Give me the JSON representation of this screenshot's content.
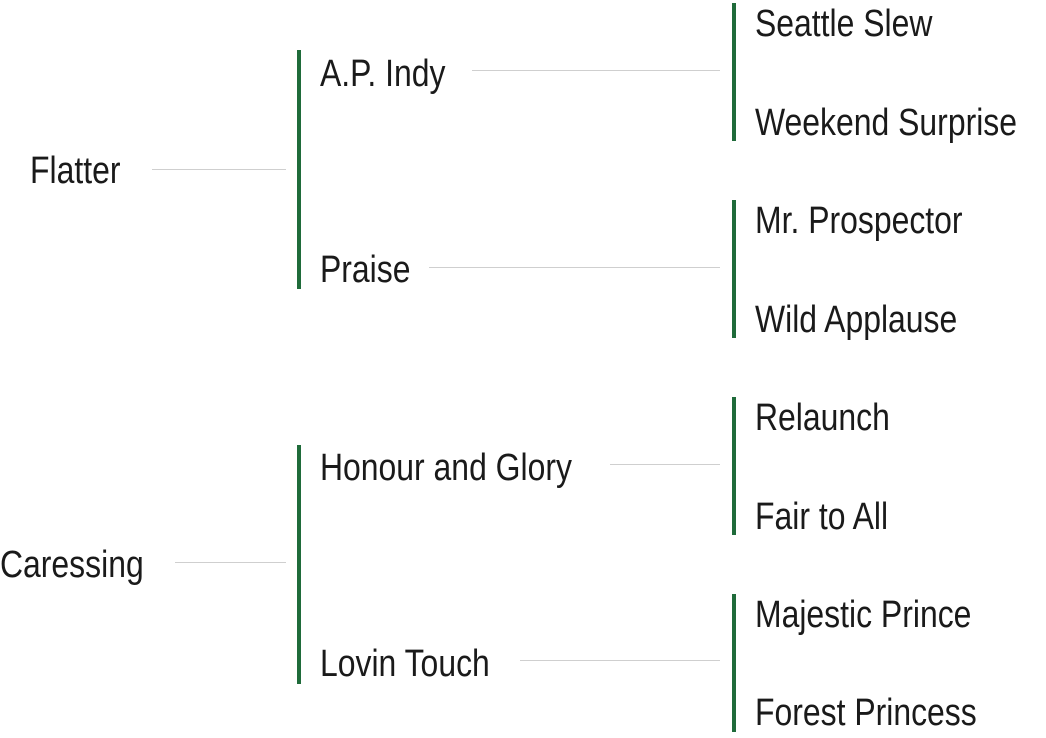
{
  "pedigree": {
    "generation_1": [
      {
        "name": "Flatter"
      },
      {
        "name": "Caressing"
      }
    ],
    "generation_2": [
      {
        "name": "A.P. Indy"
      },
      {
        "name": "Praise"
      },
      {
        "name": "Honour and Glory"
      },
      {
        "name": "Lovin Touch"
      }
    ],
    "generation_3": [
      {
        "name": "Seattle Slew"
      },
      {
        "name": "Weekend Surprise"
      },
      {
        "name": "Mr. Prospector"
      },
      {
        "name": "Wild Applause"
      },
      {
        "name": "Relaunch"
      },
      {
        "name": "Fair to All"
      },
      {
        "name": "Majestic Prince"
      },
      {
        "name": "Forest Princess"
      }
    ]
  },
  "colors": {
    "bracket": "#1f6b3a",
    "connector": "#cfcfcf",
    "text": "#1a1a1a"
  }
}
